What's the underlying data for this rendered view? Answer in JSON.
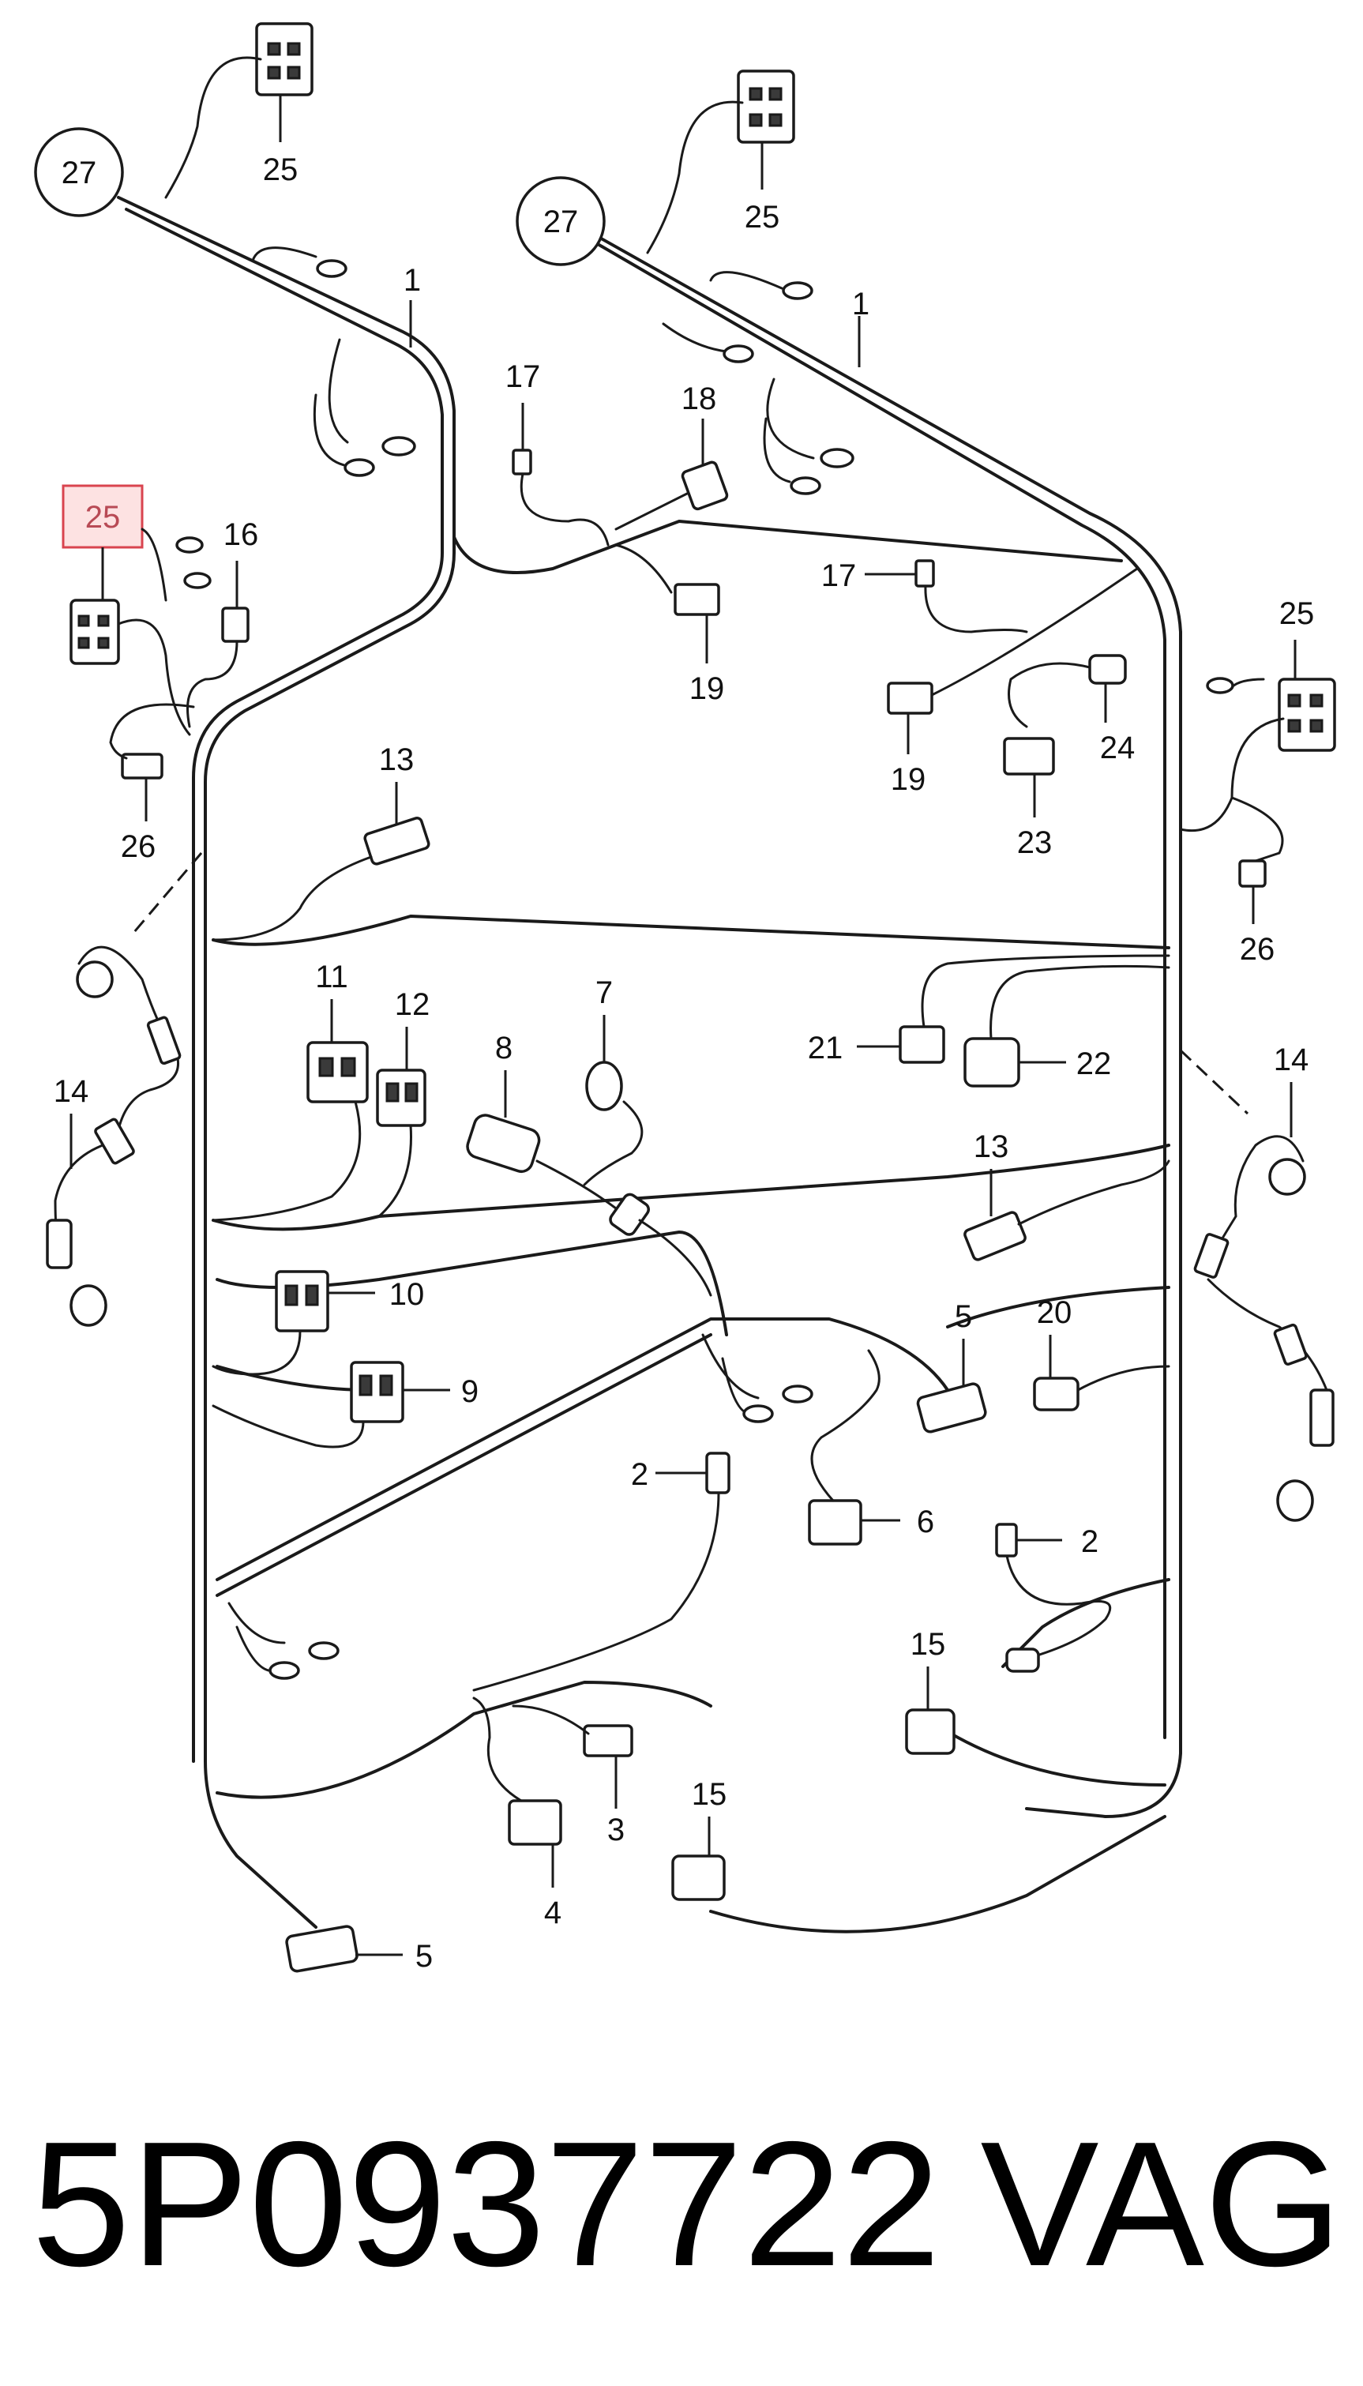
{
  "caption": {
    "part_number": "5P0937722",
    "brand": "VAG"
  },
  "callouts": {
    "c27a": "27",
    "c27b": "27",
    "c25_tl": "25",
    "c25_tr": "25",
    "c25_left": "25",
    "c25_right": "25",
    "c1a": "1",
    "c1b": "1",
    "c17a": "17",
    "c17b": "17",
    "c18": "18",
    "c16": "16",
    "c19a": "19",
    "c19b": "19",
    "c24": "24",
    "c23": "23",
    "c26a": "26",
    "c26b": "26",
    "c13a": "13",
    "c13b": "13",
    "c11": "11",
    "c12": "12",
    "c7": "7",
    "c8": "8",
    "c21": "21",
    "c22": "22",
    "c14a": "14",
    "c14b": "14",
    "c10": "10",
    "c9": "9",
    "c5a": "5",
    "c5b": "5",
    "c20": "20",
    "c2a": "2",
    "c2b": "2",
    "c6": "6",
    "c15a": "15",
    "c15b": "15",
    "c3": "3",
    "c4": "4"
  },
  "highlight": {
    "color": "#d9444f",
    "callout": "25"
  }
}
